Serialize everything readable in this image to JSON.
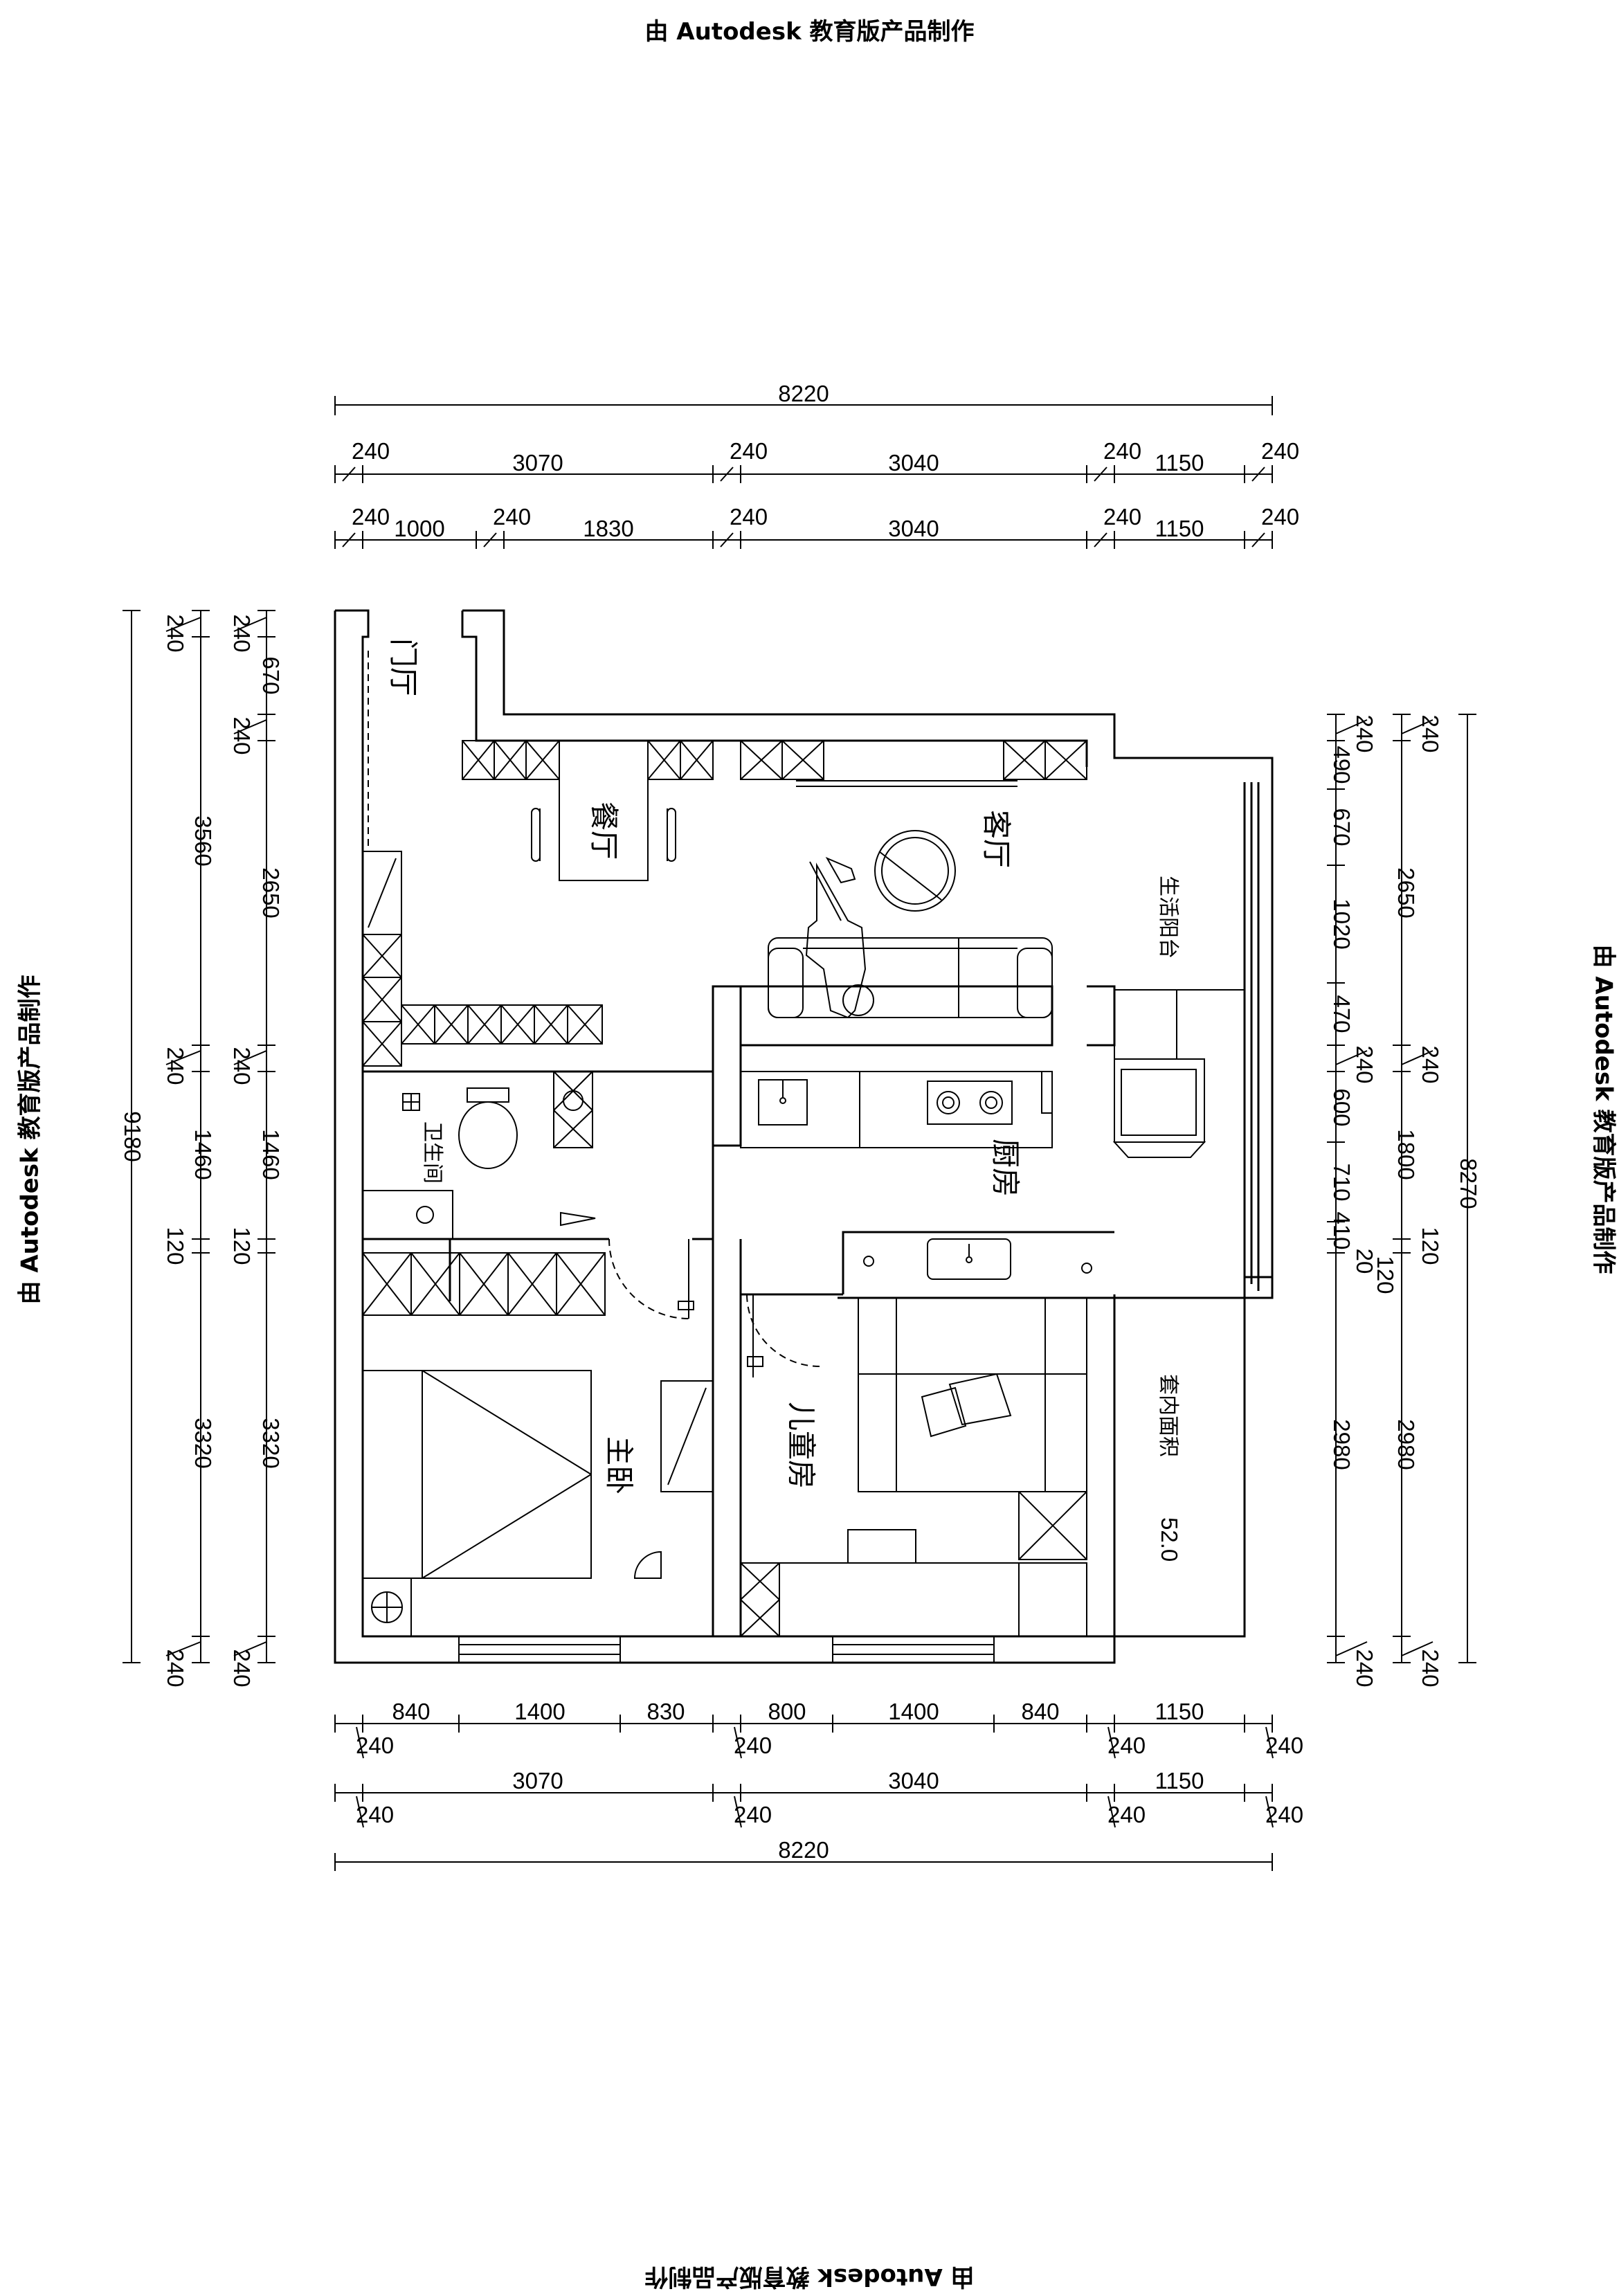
{
  "watermark": {
    "top": "由 Autodesk 教育版产品制作",
    "bottom": "由 Autodesk 教育版产品制作",
    "left": "由 Autodesk 教育版产品制作",
    "right": "由 Autodesk 教育版产品制作"
  },
  "rooms": {
    "entry": "门厅",
    "dining": "餐厅",
    "living": "客厅",
    "balcony": "生活阳台",
    "bathroom": "卫生间",
    "kitchen": "厨房",
    "master_bedroom": "主卧",
    "kids_room": "儿童房",
    "area_label": "套内面积",
    "area_value": "52.0"
  },
  "dimensions": {
    "top_total": "8220",
    "top_row1": [
      "240",
      "3070",
      "240",
      "3040",
      "240",
      "1150",
      "240"
    ],
    "top_row2": [
      "240",
      "1000",
      "240",
      "1830",
      "240",
      "3040",
      "240",
      "1150",
      "240"
    ],
    "bottom_row1": [
      "840",
      "1400",
      "830",
      "800",
      "1400",
      "840",
      "1150"
    ],
    "bottom_row1_walls": [
      "240",
      "240",
      "240",
      "240"
    ],
    "bottom_row2": [
      "3070",
      "3040",
      "1150"
    ],
    "bottom_row2_walls": [
      "240",
      "240",
      "240",
      "240"
    ],
    "bottom_total": "8220",
    "left_total": "9180",
    "left_mid": [
      "240",
      "3560",
      "240",
      "1460",
      "120",
      "3320",
      "240"
    ],
    "left_inner": [
      "240",
      "670",
      "240",
      "2650",
      "240",
      "1460",
      "120",
      "3320",
      "240"
    ],
    "right_inner": [
      "240",
      "490",
      "670",
      "1020",
      "470",
      "240",
      "600",
      "710",
      "410",
      "20",
      "120",
      "2980",
      "240"
    ],
    "right_mid": [
      "240",
      "2650",
      "240",
      "1800",
      "120",
      "2980",
      "240"
    ],
    "right_total": "8270"
  }
}
